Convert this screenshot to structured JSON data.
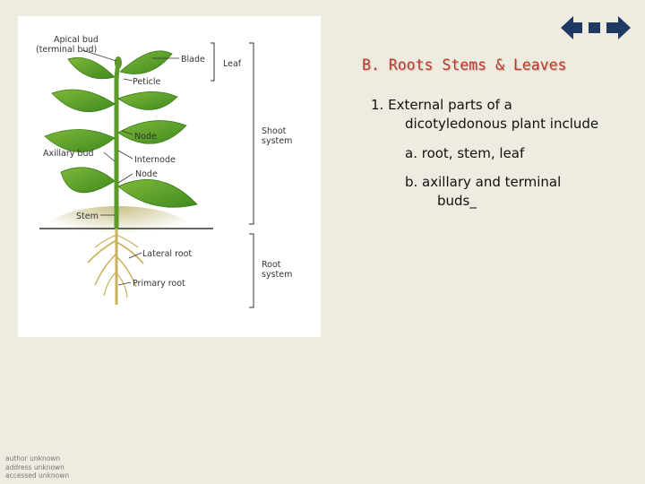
{
  "slide": {
    "title": "B. Roots Stems & Leaves",
    "point1_num": "1.",
    "point1_line1": "External parts of a",
    "point1_line2": "dicotyledonous plant include",
    "point_a": "a. root, stem, leaf",
    "point_b_line1": "b. axillary and terminal",
    "point_b_line2": "buds_"
  },
  "figure": {
    "labels": {
      "apical_bud": "Apical bud",
      "terminal_bud": "(terminal bud)",
      "blade": "Blade",
      "leaf": "Leaf",
      "petiole": "Peticle",
      "node_1": "Node",
      "axillary_bud": "Axillary bud",
      "internode": "Internode",
      "node_2": "Node",
      "shoot_system_1": "Shoot",
      "shoot_system_2": "system",
      "stem": "Stem",
      "lateral_root": "Lateral root",
      "primary_root": "Primary root",
      "root_system_1": "Root",
      "root_system_2": "system"
    }
  },
  "footer": {
    "author": "author unknown",
    "address": "address unknown",
    "accessed": "accessed  unknown"
  },
  "colors": {
    "background": "#eeece1",
    "title": "#c0392b",
    "nav_arrows": "#1f3864"
  },
  "nav_icons": [
    "back-arrow-icon",
    "home-square-icon",
    "forward-arrow-icon"
  ]
}
